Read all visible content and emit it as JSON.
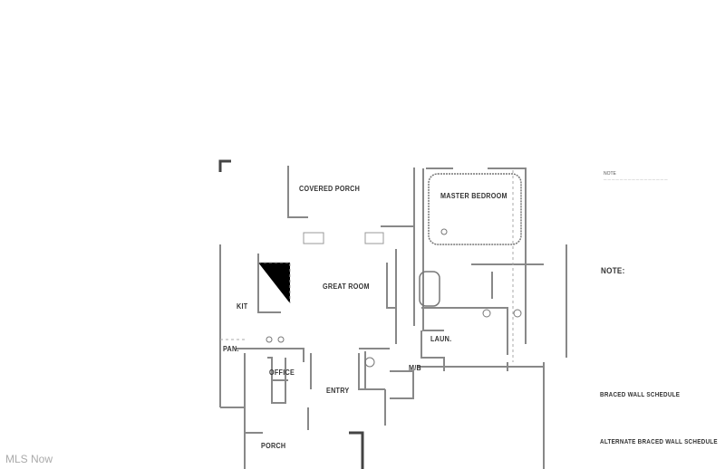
{
  "plan": {
    "rooms": {
      "covered_porch": "COVERED PORCH",
      "master_bedroom": "MASTER BEDROOM",
      "great_room": "GREAT ROOM",
      "kitchen": "KIT",
      "pantry": "PAN.",
      "office": "OFFICE",
      "entry": "ENTRY",
      "laundry": "LAUN.",
      "bath": "M/B",
      "porch": "PORCH"
    },
    "notes": {
      "note_heading": "NOTE:",
      "note_label": "NOTE",
      "braced_wall_schedule": "BRACED WALL SCHEDULE",
      "alternate_braced_wall_schedule": "ALTERNATE BRACED WALL SCHEDULE"
    }
  },
  "watermark": "MLS Now"
}
